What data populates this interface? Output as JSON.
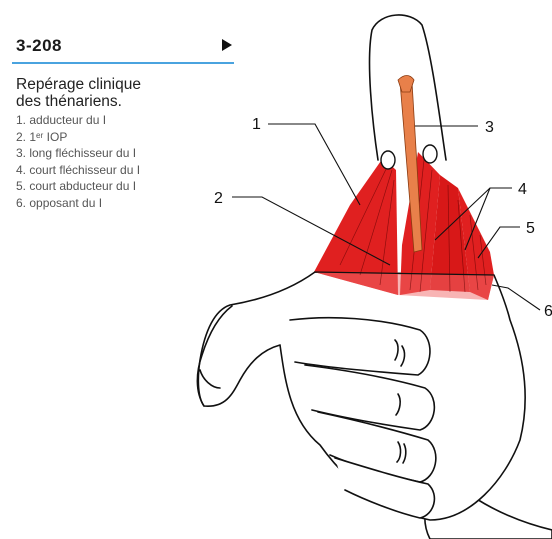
{
  "header": {
    "figure_number": "3-208"
  },
  "caption": {
    "title_line1": "Repérage clinique",
    "title_line2": "des thénariens.",
    "legend": [
      "1. adducteur du I",
      "2. 1ᵉʳ IOP",
      "3. long fléchisseur du I",
      "4. court fléchisseur du I",
      "5. court abducteur du I",
      "6. opposant du I"
    ]
  },
  "callouts": [
    "1",
    "2",
    "3",
    "4",
    "5",
    "6"
  ],
  "colors": {
    "muscle": "#e02020",
    "tendon": "#e8804a",
    "outline": "#111111",
    "rule": "#4aa3df"
  },
  "icons": {
    "header_arrow": "right-triangle-icon"
  }
}
